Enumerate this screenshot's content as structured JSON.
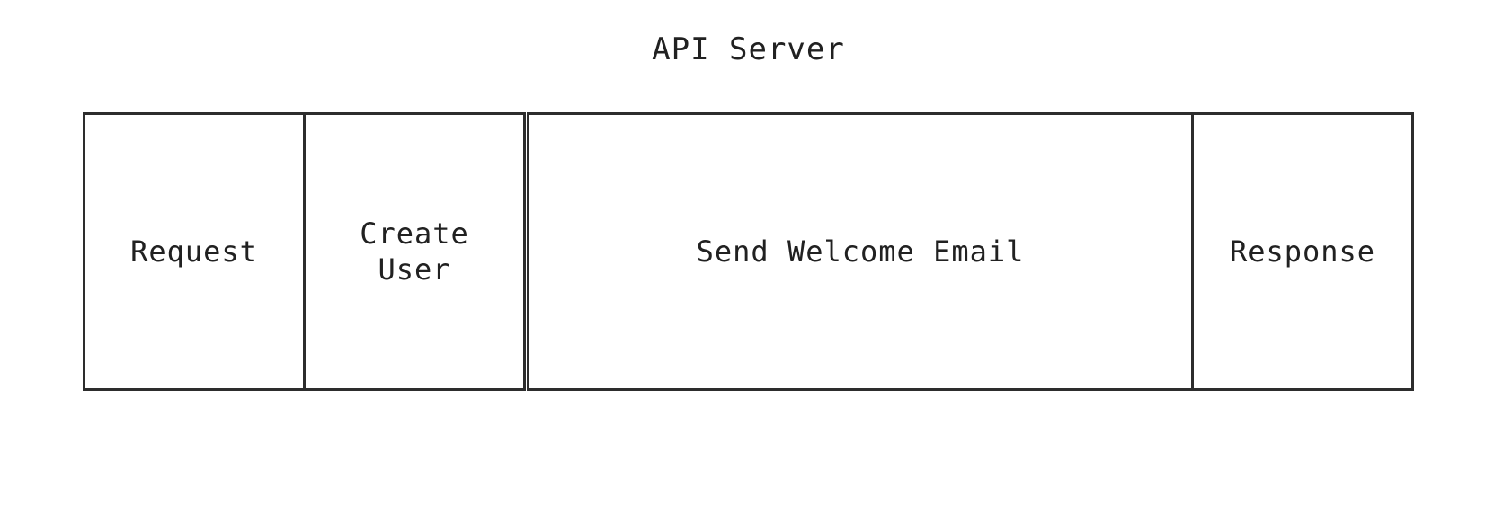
{
  "title": "API Server",
  "colors": {
    "background": "#ffffff",
    "border": "#2d2d2d",
    "text": "#212121"
  },
  "diagram": {
    "type": "span-timeline",
    "boxes": [
      {
        "id": "request",
        "label": "Request"
      },
      {
        "id": "create-user",
        "label": "Create\nUser"
      },
      {
        "id": "send-welcome-email",
        "label": "Send Welcome Email"
      },
      {
        "id": "response",
        "label": "Response"
      }
    ]
  }
}
